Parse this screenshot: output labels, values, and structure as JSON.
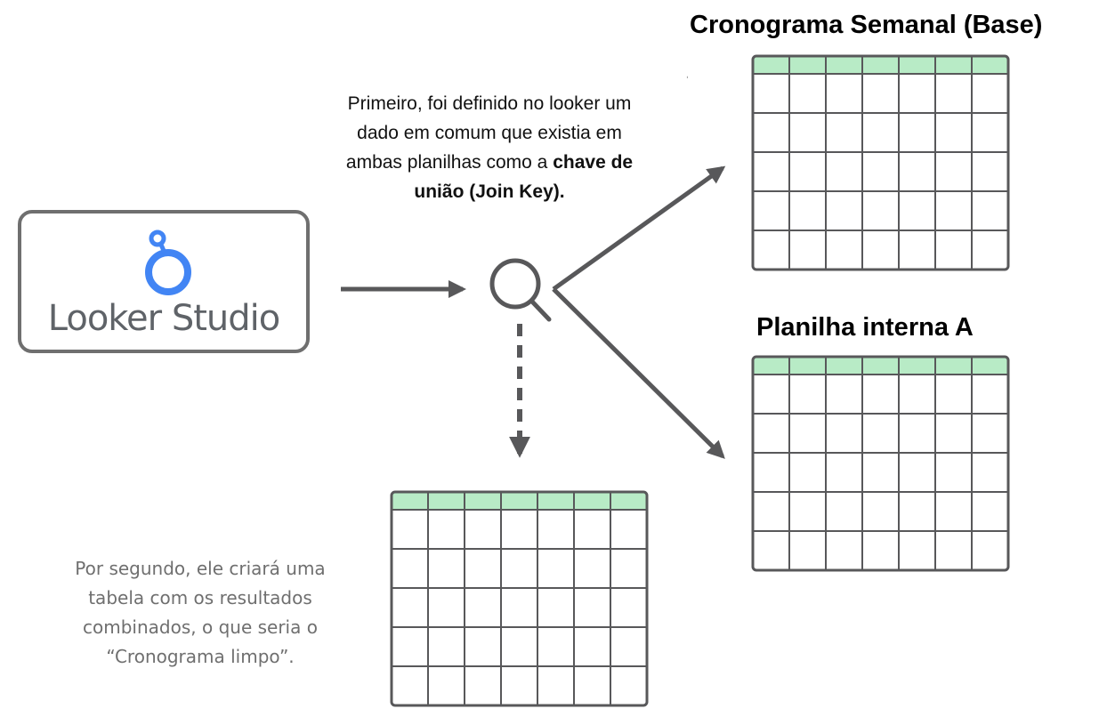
{
  "titles": {
    "base_table": "Cronograma Semanal (Base)",
    "internal_table": "Planilha interna A"
  },
  "step1": {
    "line1": "Primeiro, foi  definido no looker  um",
    "line2": "dado em comum que existia em",
    "line3_plain": "ambas planilhas como a ",
    "line3_bold": "chave de",
    "line4_bold": "união (Join Key)."
  },
  "step2": {
    "line1": "Por segundo, ele criará uma",
    "line2": "tabela com os resultados",
    "line3": "combinados, o que seria o",
    "line4": "“Cronograma limpo”."
  },
  "logo": {
    "text": "Looker Studio",
    "icon": "looker-studio-logo-icon"
  },
  "tables": {
    "columns": 7,
    "body_rows": 5,
    "header_color": "#b8ebc6"
  },
  "colors": {
    "arrow": "#58585a",
    "logo_blue": "#4285f4",
    "grid_line": "#58585a"
  },
  "icons": {
    "search": "magnifier-icon"
  }
}
